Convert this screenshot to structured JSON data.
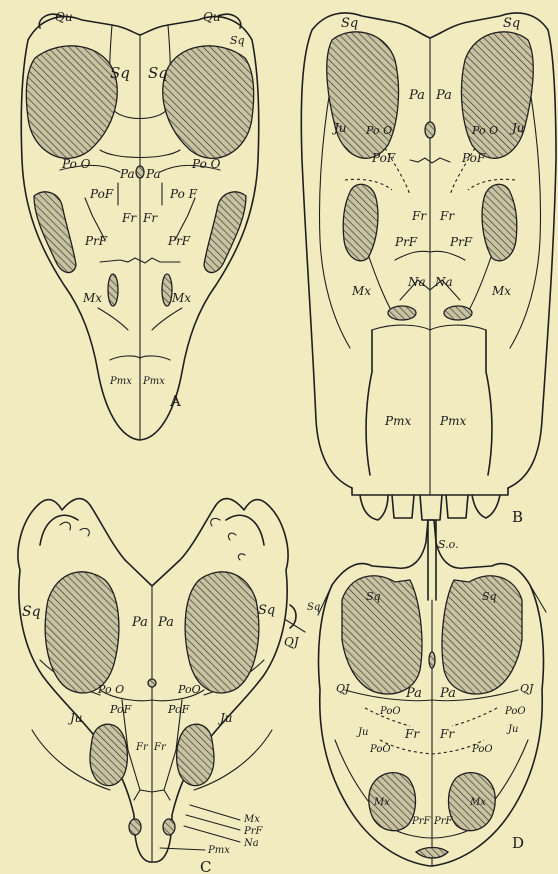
{
  "panels": {
    "A": {
      "letter": "A",
      "labels": {
        "qu_l": "Qu",
        "qu_r": "Qu",
        "sq_edge": "Sq",
        "sq_l": "Sq",
        "sq_r": "Sq",
        "poo_l": "Po O",
        "poo_r": "Po O",
        "pa_l": "Pa",
        "pa_r": "Pa",
        "pof_l": "PoF",
        "pof_r": "Po F",
        "fr_l": "Fr",
        "fr_r": "Fr",
        "prf_l": "PrF",
        "prf_r": "PrF",
        "mx_l": "Mx",
        "mx_r": "Mx",
        "pmx_l": "Pmx",
        "pmx_r": "Pmx"
      }
    },
    "B": {
      "letter": "B",
      "labels": {
        "sq_l": "Sq",
        "sq_r": "Sq",
        "pa_l": "Pa",
        "pa_r": "Pa",
        "ju_l": "Ju",
        "ju_r": "Ju",
        "poo_l": "Po O",
        "poo_r": "Po O",
        "pof_l": "PoF",
        "pof_r": "PoF",
        "fr_l": "Fr",
        "fr_r": "Fr",
        "prf_l": "PrF",
        "prf_r": "PrF",
        "mx_l": "Mx",
        "mx_r": "Mx",
        "na_l": "Na",
        "na_r": "Na",
        "pmx_l": "Pmx",
        "pmx_r": "Pmx"
      }
    },
    "C": {
      "letter": "C",
      "labels": {
        "sq_l": "Sq",
        "sq_r": "Sq",
        "pa_l": "Pa",
        "pa_r": "Pa",
        "qj": "QJ",
        "poo_l": "Po O",
        "poo_r": "PoO",
        "ju_l": "Ju",
        "ju_r": "Ju",
        "pof_l": "PoF",
        "pof_r": "PoF",
        "fr_l": "Fr",
        "fr_r": "Fr",
        "mx": "Mx",
        "prf": "PrF",
        "na": "Na",
        "pmx": "Pmx"
      }
    },
    "D": {
      "letter": "D",
      "labels": {
        "so": "S.o.",
        "sq_out": "Sq",
        "sq_l": "Sq",
        "sq_r": "Sq",
        "qj_l": "QJ",
        "qj_r": "QJ",
        "pa_l": "Pa",
        "pa_r": "Pa",
        "poo_l": "PoO",
        "poo_r": "PoO",
        "ju_l": "Ju",
        "ju_r": "Ju",
        "fr_l": "Fr",
        "fr_r": "Fr",
        "poo2_l": "PoO",
        "poo2_r": "PoO",
        "mx_l": "Mx",
        "mx_r": "Mx",
        "prf_l": "PrF",
        "prf_r": "PrF"
      }
    }
  }
}
